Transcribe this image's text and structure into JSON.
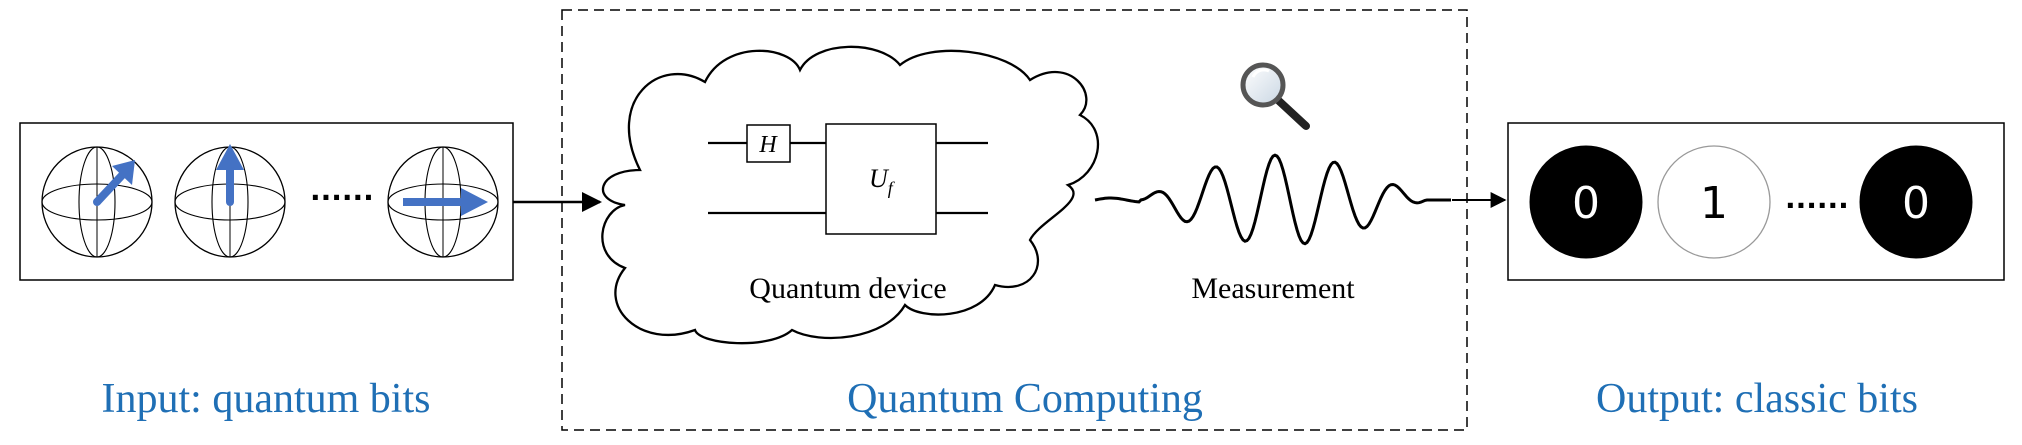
{
  "panels": {
    "input": {
      "caption": "Input: quantum bits",
      "ellipsis": "......"
    },
    "computing": {
      "caption": "Quantum Computing",
      "device_label": "Quantum device",
      "gate_h": "H",
      "gate_u": "U",
      "gate_u_sub": "f",
      "measurement_label": "Measurement"
    },
    "output": {
      "caption": "Output: classic bits",
      "ellipsis": "......",
      "bits": [
        "0",
        "1",
        "0"
      ]
    }
  },
  "colors": {
    "caption": "#1f6fb5",
    "arrow_blue": "#4472c4",
    "bit_filled": "#000000",
    "bit_empty": "#ffffff"
  },
  "icons": [
    "magnifier-icon",
    "bloch-sphere-icon",
    "wave-icon",
    "cloud-icon"
  ]
}
